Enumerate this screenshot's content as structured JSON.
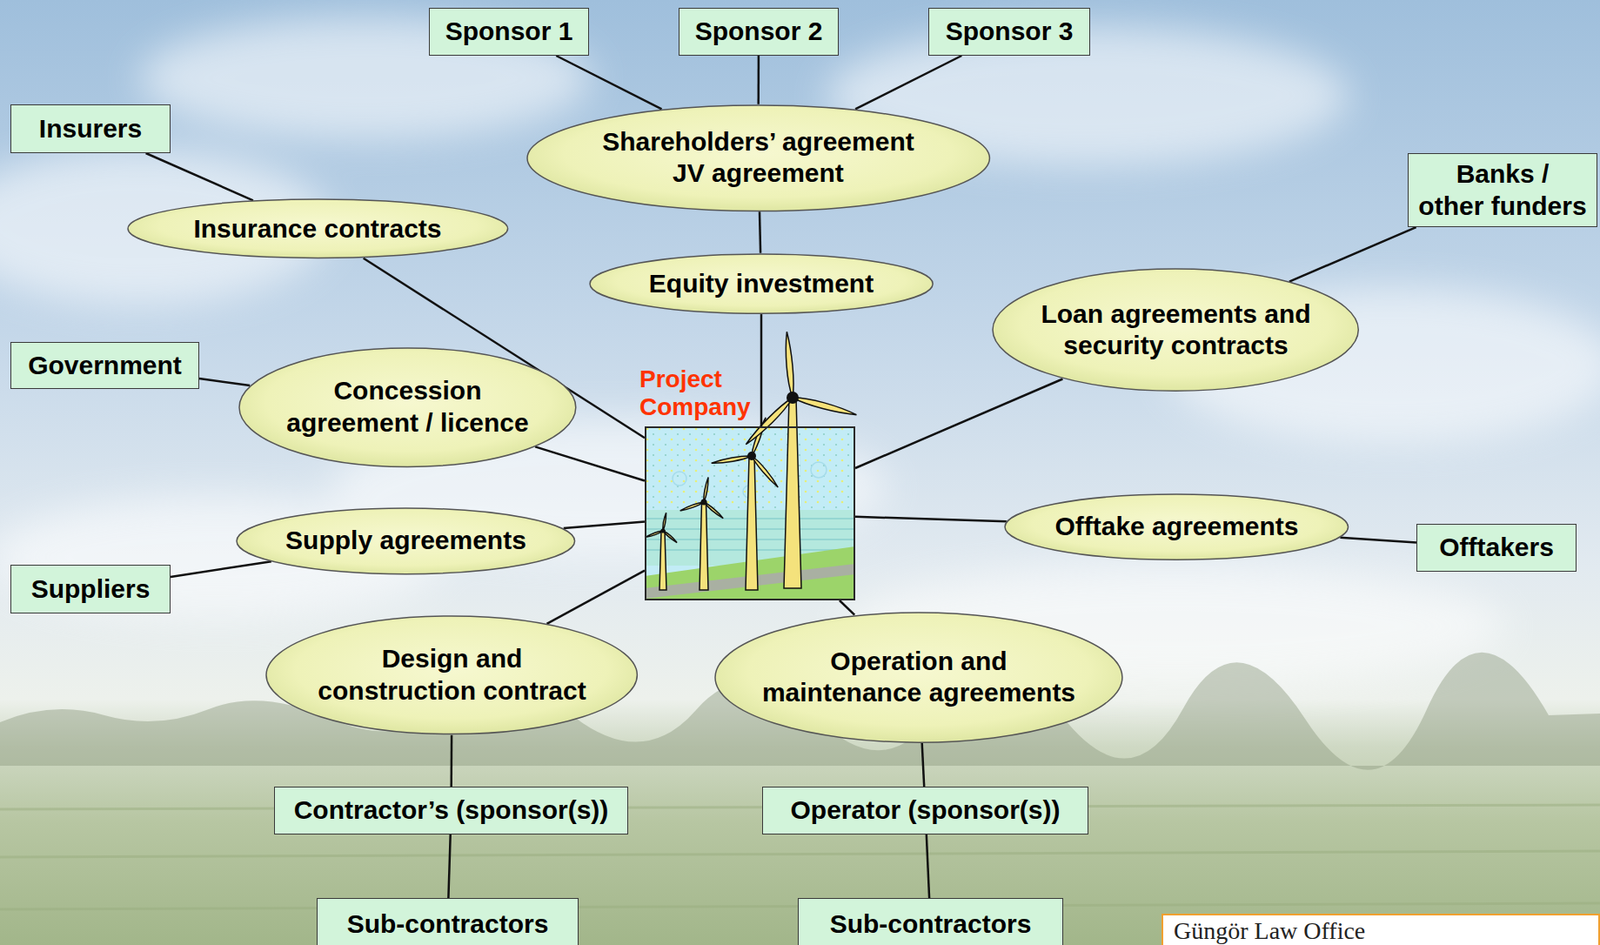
{
  "diagram": {
    "nodes": [
      {
        "text": [
          "Sponsor 1"
        ]
      },
      {
        "text": [
          "Sponsor 2"
        ]
      },
      {
        "text": [
          "Sponsor 3"
        ]
      },
      {
        "text": [
          "Shareholders’ agreement JV agreement"
        ]
      },
      {
        "text": [
          "Insurers"
        ]
      },
      {
        "text": [
          "Insurance contracts"
        ]
      },
      {
        "text": [
          "Banks / other funders"
        ]
      },
      {
        "text": [
          "Equity investment"
        ]
      },
      {
        "text": [
          "Loan agreements and security contracts"
        ]
      },
      {
        "text": [
          "Government"
        ]
      },
      {
        "text": [
          "Concession agreement / licence"
        ]
      },
      {
        "text": [
          "Project Company"
        ]
      },
      {
        "text": [
          "Supply agreements"
        ]
      },
      {
        "text": [
          "Offtake agreements"
        ]
      },
      {
        "text": [
          "Offtakers"
        ]
      },
      {
        "text": [
          "Suppliers"
        ]
      },
      {
        "text": [
          "Design and construction contract"
        ]
      },
      {
        "text": [
          "Operation and maintenance agreements"
        ]
      },
      {
        "text": [
          "Contractor’s (sponsor(s))"
        ]
      },
      {
        "text": [
          "Operator (sponsor(s))"
        ]
      },
      {
        "text": [
          "Sub-contractors"
        ]
      },
      {
        "text": [
          "Sub-contractors"
        ]
      }
    ],
    "edges": [
      {
        "from": 0,
        "to": 3,
        "arrow": "none"
      },
      {
        "from": 1,
        "to": 3,
        "arrow": "none"
      },
      {
        "from": 2,
        "to": 3,
        "arrow": "none"
      },
      {
        "from": 3,
        "to": 7,
        "arrow": "none"
      },
      {
        "from": 7,
        "to": 11,
        "arrow": "none"
      },
      {
        "from": 4,
        "to": 5,
        "arrow": "none"
      },
      {
        "from": 5,
        "to": 11,
        "arrow": "none"
      },
      {
        "from": 6,
        "to": 8,
        "arrow": "none"
      },
      {
        "from": 8,
        "to": 11,
        "arrow": "none"
      },
      {
        "from": 9,
        "to": 10,
        "arrow": "none"
      },
      {
        "from": 10,
        "to": 11,
        "arrow": "none"
      },
      {
        "from": 15,
        "to": 12,
        "arrow": "none"
      },
      {
        "from": 12,
        "to": 11,
        "arrow": "none"
      },
      {
        "from": 11,
        "to": 13,
        "arrow": "none"
      },
      {
        "from": 13,
        "to": 14,
        "arrow": "none"
      },
      {
        "from": 16,
        "to": 11,
        "arrow": "none"
      },
      {
        "from": 16,
        "to": 18,
        "arrow": "none"
      },
      {
        "from": 18,
        "to": 20,
        "arrow": "none"
      },
      {
        "from": 11,
        "to": 17,
        "arrow": "none"
      },
      {
        "from": 17,
        "to": 19,
        "arrow": "none"
      },
      {
        "from": 19,
        "to": 21,
        "arrow": "none"
      }
    ],
    "labels": [
      "Güngör Law Office"
    ]
  }
}
